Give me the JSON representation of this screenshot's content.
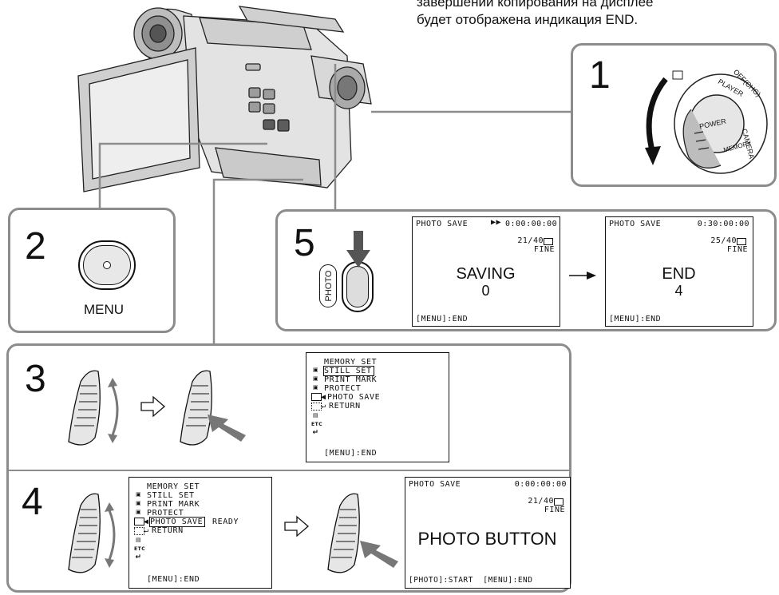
{
  "caption": {
    "line1": "завершении копирования на дисплее",
    "line2": "будет отображена индикация END."
  },
  "steps": {
    "s1": "1",
    "s2": "2",
    "s3": "3",
    "s4": "4",
    "s5": "5"
  },
  "dial": {
    "power": "POWER",
    "off_chg": "OFF(CHG)",
    "player": "PLAYER",
    "camera": "CAMERA",
    "memory": "MEMORY"
  },
  "step2": {
    "button_label": "MENU"
  },
  "step5": {
    "photo_label": "PHOTO",
    "screen_a": {
      "title": "PHOTO SAVE",
      "timecode": "0:00:00:00",
      "counter": "21/40",
      "quality": "FINE",
      "status": "SAVING",
      "number": "0",
      "footer": "[MENU]:END"
    },
    "screen_b": {
      "title": "PHOTO SAVE",
      "timecode": "0:30:00:00",
      "counter": "25/40",
      "quality": "FINE",
      "status": "END",
      "number": "4",
      "footer": "[MENU]:END"
    }
  },
  "menu": {
    "header": "MEMORY SET",
    "items": [
      "STILL SET",
      "PRINT MARK",
      "PROTECT",
      "PHOTO SAVE",
      "RETURN"
    ],
    "footer": "[MENU]:END",
    "ready": "READY",
    "icon_etc": "ETC"
  },
  "step4": {
    "screen": {
      "title": "PHOTO SAVE",
      "timecode": "0:00:00:00",
      "counter": "21/40",
      "quality": "FINE",
      "big": "PHOTO BUTTON",
      "footer": "[PHOTO]:START  [MENU]:END"
    }
  }
}
